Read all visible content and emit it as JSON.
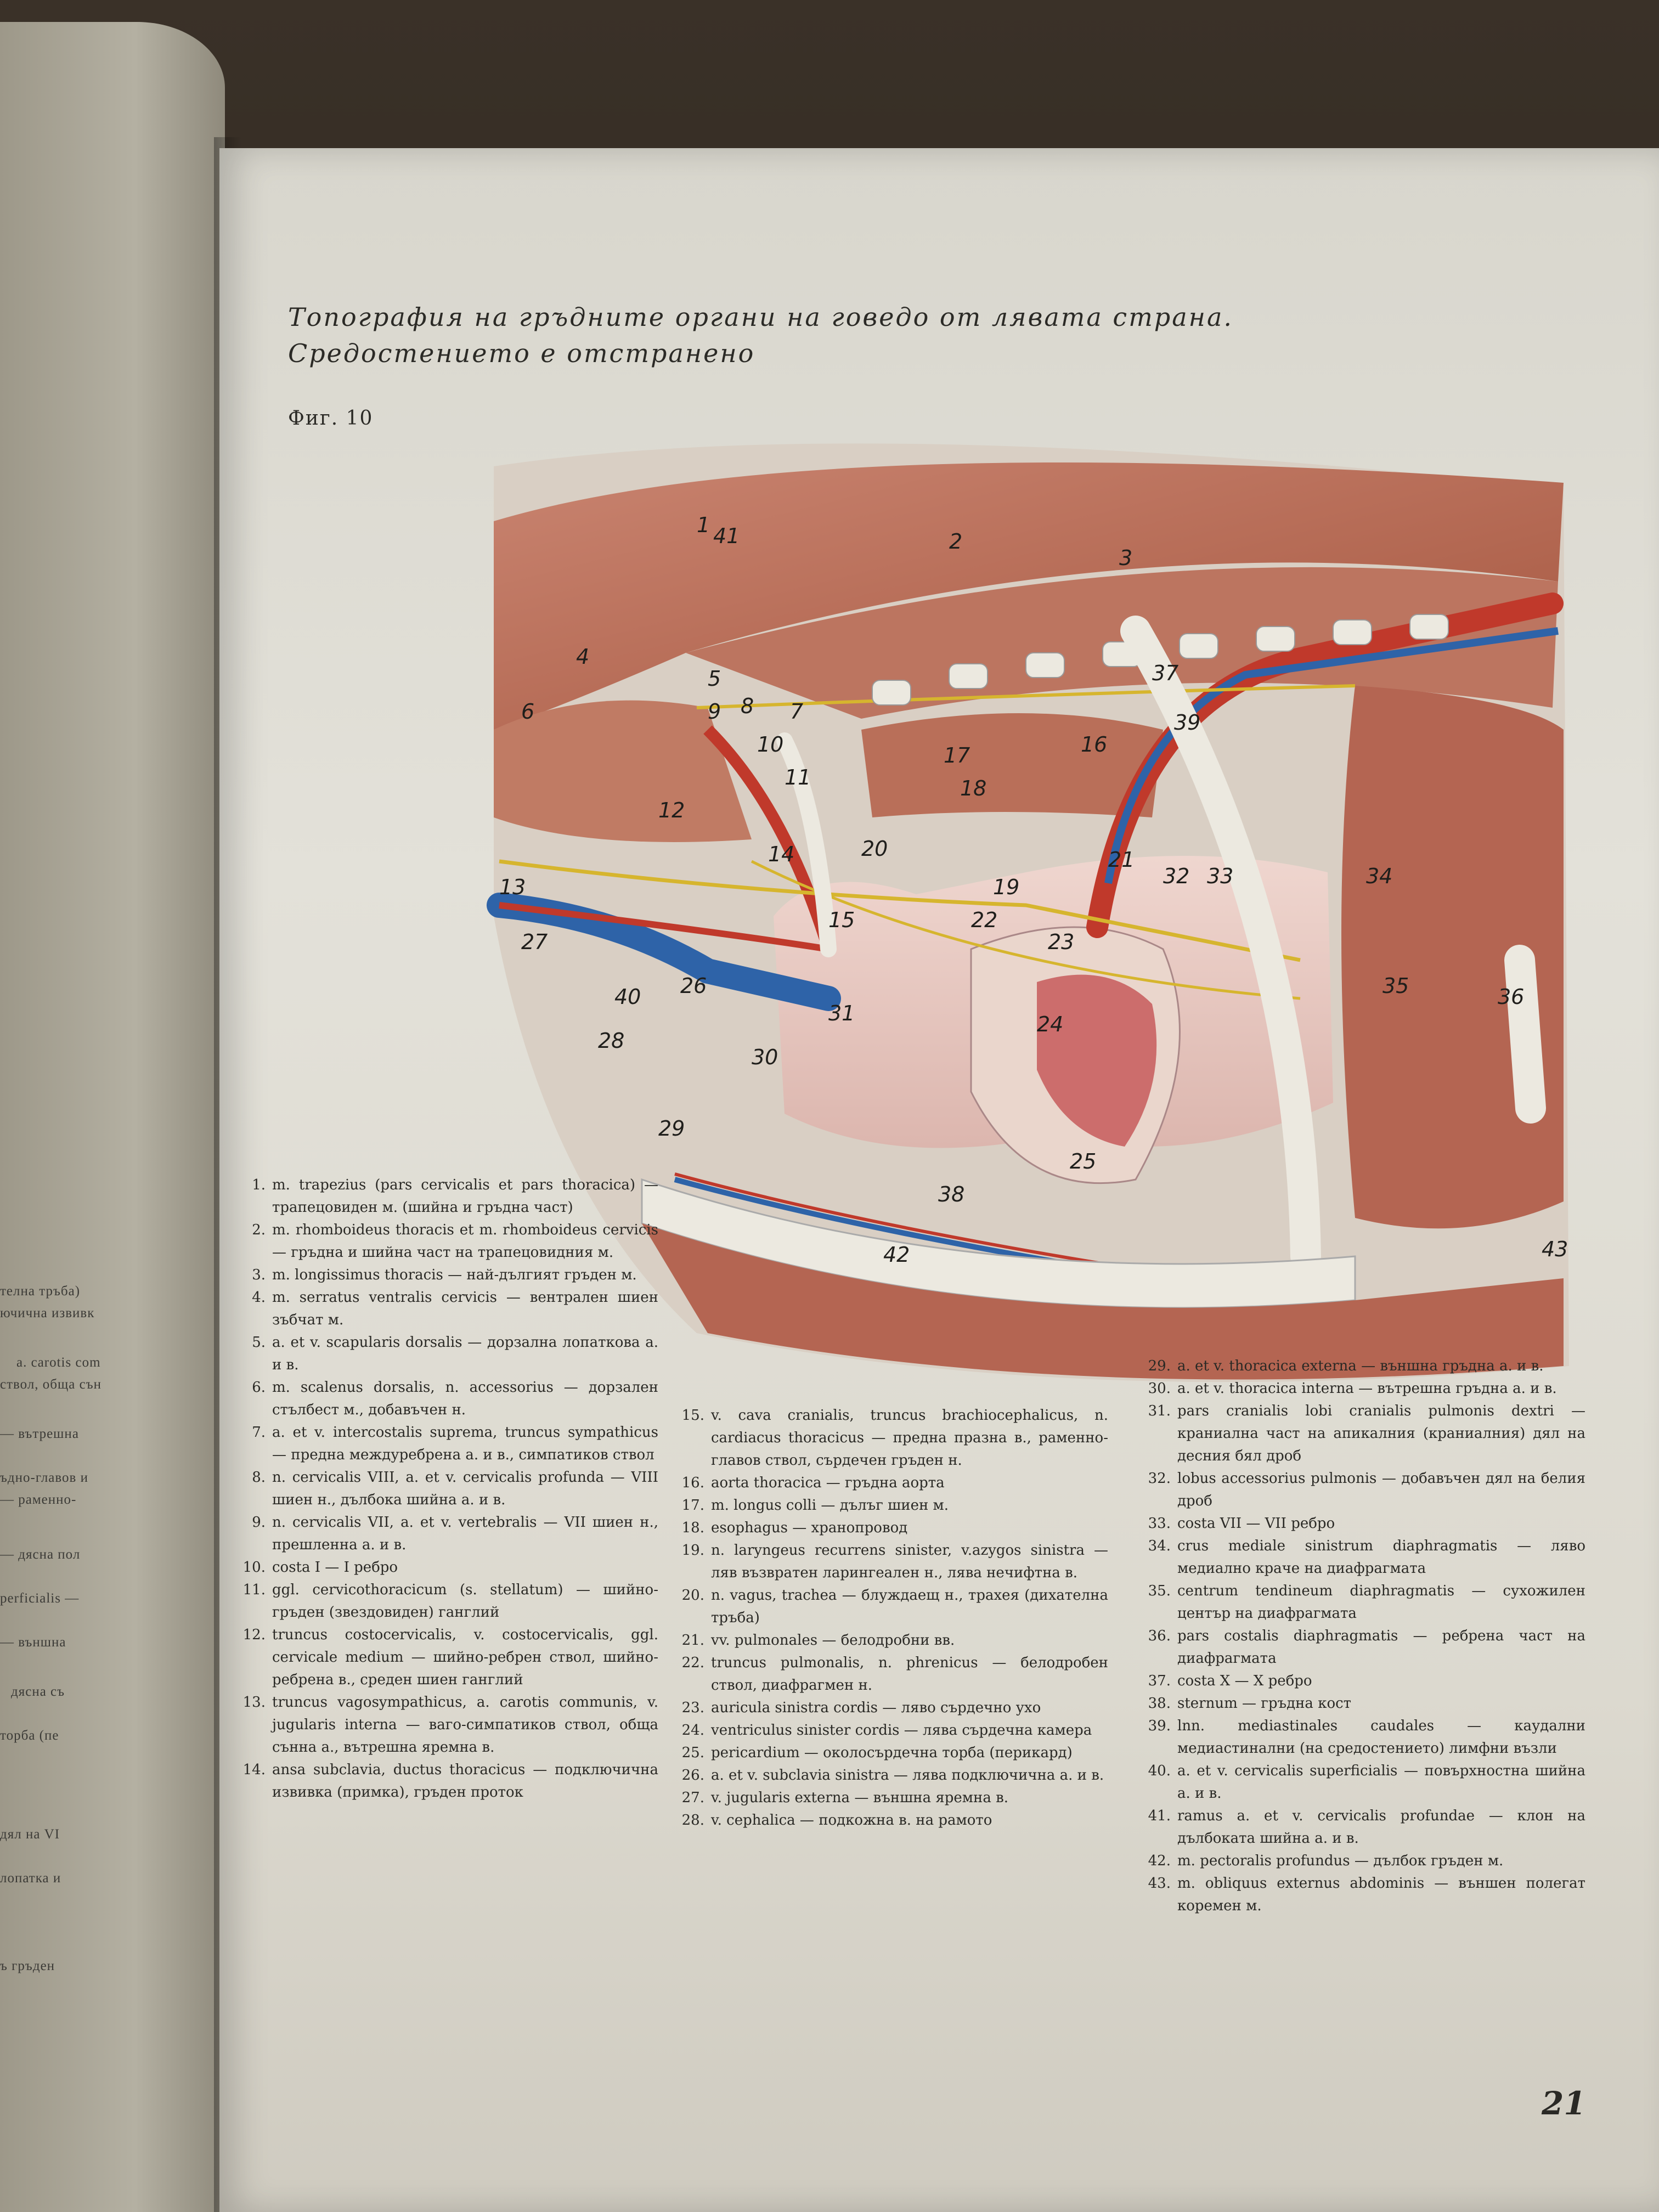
{
  "page": {
    "title_line1": "Топография на гръдните органи на говедо от лявата страна.",
    "title_line2": "Средостението е отстранено",
    "figure_label": "Фиг. 10",
    "page_number": "21"
  },
  "left_page_fragments": [
    "телна тръба)",
    "ючична извивк",
    "а. carotis com",
    "ствол, обща сън",
    "— вътрешна",
    "ъдно-главов и",
    "— раменно-",
    "— дясна пол",
    "perficialis —",
    "— външна",
    "дясна съ",
    "торба (пе",
    "дял на VI",
    "лопатка и",
    "ъ гръден"
  ],
  "figure_numbers": [
    "1",
    "2",
    "3",
    "4",
    "5",
    "6",
    "7",
    "8",
    "9",
    "10",
    "11",
    "12",
    "13",
    "14",
    "15",
    "16",
    "17",
    "18",
    "19",
    "20",
    "21",
    "22",
    "23",
    "24",
    "25",
    "26",
    "27",
    "28",
    "29",
    "30",
    "31",
    "32",
    "33",
    "34",
    "35",
    "36",
    "37",
    "38",
    "39",
    "40",
    "41",
    "42",
    "43"
  ],
  "legend": {
    "col1": [
      {
        "n": "1.",
        "t": "m. trapezius (pars cervicalis et pars thoracica) — трапецовиден м. (шийна и гръдна част)"
      },
      {
        "n": "2.",
        "t": "m. rhomboideus thoracis et m. rhomboideus cervicis — гръдна и шийна част на трапецовидния м."
      },
      {
        "n": "3.",
        "t": "m. longissimus thoracis — най-дългият гръден м."
      },
      {
        "n": "4.",
        "t": "m. serratus ventralis cervicis — вентрален шиен зъбчат м."
      },
      {
        "n": "5.",
        "t": "a. et v. scapularis dorsalis — дорзална лопаткова а. и в."
      },
      {
        "n": "6.",
        "t": "m. scalenus dorsalis, n. accessorius — дорзален стълбест м., добавъчен н."
      },
      {
        "n": "7.",
        "t": "a. et v. intercostalis suprema, truncus sympathicus — предна междуребрена а. и в., симпатиков ствол"
      },
      {
        "n": "8.",
        "t": "n. cervicalis VIII, a. et v. cervicalis profunda — VIII шиен н., дълбока шийна а. и в."
      },
      {
        "n": "9.",
        "t": "n. cervicalis VII, a. et v. vertebralis — VII шиен н., прешленна а. и в."
      },
      {
        "n": "10.",
        "t": "costa I — I ребро"
      },
      {
        "n": "11.",
        "t": "ggl. cervicothoracicum (s. stellatum) — шийно-гръден (звездовиден) ганглий"
      },
      {
        "n": "12.",
        "t": "truncus costocervicalis, v. costocervicalis, ggl. cervicale medium — шийно-ребрен ствол, шийно-ребрена в., среден шиен ганглий"
      },
      {
        "n": "13.",
        "t": "truncus vagosympathicus, a. carotis communis, v. jugularis interna — ваго-симпатиков ствол, обща сънна а., вътрешна яремна в."
      },
      {
        "n": "14.",
        "t": "ansa subclavia, ductus thoracicus — подключична извивка (примка), гръден проток"
      }
    ],
    "col2": [
      {
        "n": "15.",
        "t": "v. cava cranialis, truncus brachiocephalicus, n. cardiacus thoracicus — предна празна в., раменно-главов ствол, сърдечен гръден н."
      },
      {
        "n": "16.",
        "t": "aorta thoracica — гръдна аорта"
      },
      {
        "n": "17.",
        "t": "m. longus colli — дълъг шиен м."
      },
      {
        "n": "18.",
        "t": "esophagus — хранопровод"
      },
      {
        "n": "19.",
        "t": "n. laryngeus recurrens sinister, v.azygos sinistra — ляв възвратен ларингеален н., лява нечифтна в."
      },
      {
        "n": "20.",
        "t": "n. vagus, trachea — блуждаещ н., трахея (дихателна тръба)"
      },
      {
        "n": "21.",
        "t": "vv. pulmonales — белодробни вв."
      },
      {
        "n": "22.",
        "t": "truncus pulmonalis, n. phrenicus — белодробен ствол, диафрагмен н."
      },
      {
        "n": "23.",
        "t": "auricula sinistra cordis — ляво сърдечно ухо"
      },
      {
        "n": "24.",
        "t": "ventriculus sinister cordis — лява сърдечна камера"
      },
      {
        "n": "25.",
        "t": "pericardium — околосърдечна торба (перикард)"
      },
      {
        "n": "26.",
        "t": "a. et v. subclavia sinistra — лява подключична а. и в."
      },
      {
        "n": "27.",
        "t": "v. jugularis externa — външна яремна в."
      },
      {
        "n": "28.",
        "t": "v. cephalica — подкожна в. на рамото"
      }
    ],
    "col3": [
      {
        "n": "29.",
        "t": "a. et v. thoracica externa — външна гръдна а. и в."
      },
      {
        "n": "30.",
        "t": "a. et v. thoracica interna — вътрешна гръдна а. и в."
      },
      {
        "n": "31.",
        "t": "pars cranialis lobi cranialis pulmonis dextri — краниална част на апикалния (краниалния) дял на десния бял дроб"
      },
      {
        "n": "32.",
        "t": "lobus accessorius pulmonis — добавъчен дял на белия дроб"
      },
      {
        "n": "33.",
        "t": "costa VII — VII ребро"
      },
      {
        "n": "34.",
        "t": "crus mediale sinistrum diaphragmatis — ляво медиално краче на диафрагмата"
      },
      {
        "n": "35.",
        "t": "centrum tendineum diaphragmatis — сухожилен център на диафрагмата"
      },
      {
        "n": "36.",
        "t": "pars costalis diaphragmatis — ребрена част на диафрагмата"
      },
      {
        "n": "37.",
        "t": "costa X — X ребро"
      },
      {
        "n": "38.",
        "t": "sternum — гръдна кост"
      },
      {
        "n": "39.",
        "t": "lnn. mediastinales caudales — каудални медиастинални (на средостението) лимфни възли"
      },
      {
        "n": "40.",
        "t": "a. et v. cervicalis superficialis — повърхностна шийна а. и в."
      },
      {
        "n": "41.",
        "t": "ramus a. et v. cervicalis profundae — клон на дълбоката шийна а. и в."
      },
      {
        "n": "42.",
        "t": "m. pectoralis profundus — дълбок гръден м."
      },
      {
        "n": "43.",
        "t": "m. obliquus externus abdominis — външен полегат коремен м."
      }
    ]
  },
  "colors": {
    "muscle": "#b86a55",
    "artery": "#c0392b",
    "vein": "#2e63a8",
    "nerve": "#d6b52e",
    "bone": "#ece9e0",
    "lung": "#e8c8c2"
  }
}
